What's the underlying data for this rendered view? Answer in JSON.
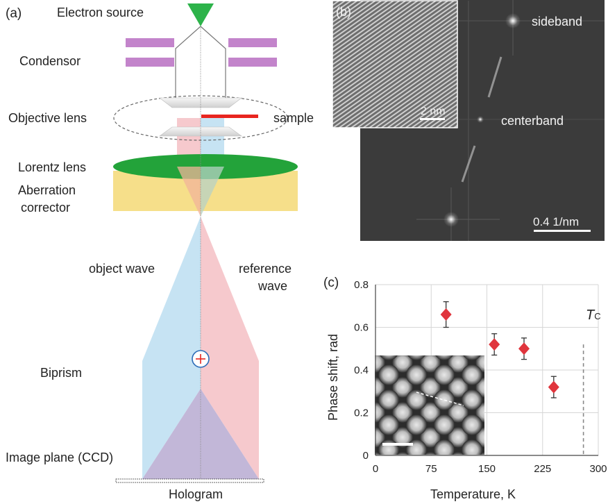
{
  "panel_a": {
    "label": "(a)",
    "electron_source": "Electron source",
    "condensor": "Condensor",
    "objective_lens": "Objective lens",
    "sample": "sample",
    "lorentz_lens": "Lorentz lens",
    "aberration_line1": "Aberration",
    "aberration_line2": "corrector",
    "object_wave": "object wave",
    "reference_line1": "reference",
    "reference_line2": "wave",
    "biprism": "Biprism",
    "image_plane": "Image plane (CCD)",
    "hologram": "Hologram"
  },
  "panel_b": {
    "label": "(b)",
    "sideband": "sideband",
    "centerband": "centerband",
    "scale_inset": "2 nm",
    "scale_main": "0.4 1/nm"
  },
  "panel_c": {
    "label": "(c)",
    "tc_symbol": "T",
    "tc_sub": "C"
  },
  "colors": {
    "electron_source": "#2db34a",
    "condensor": "#a45ab0",
    "sample": "#e8251f",
    "lorentz_lens": "#23a33a",
    "aberration": "#f6df8a",
    "object_wave": "#c6e3f3",
    "reference_wave": "#f6c9cd",
    "marker": "#e0353d"
  },
  "chart_data": {
    "type": "scatter",
    "xlabel": "Temperature, K",
    "ylabel": "Phase shift, rad",
    "xlim": [
      0,
      300
    ],
    "ylim": [
      0,
      0.8
    ],
    "xticks": [
      0,
      75,
      150,
      225,
      300
    ],
    "yticks": [
      0,
      0.2,
      0.4,
      0.6,
      0.8
    ],
    "grid": true,
    "points": [
      {
        "x": 95,
        "y": 0.66,
        "err": 0.06
      },
      {
        "x": 160,
        "y": 0.52,
        "err": 0.05
      },
      {
        "x": 200,
        "y": 0.5,
        "err": 0.05
      },
      {
        "x": 240,
        "y": 0.32,
        "err": 0.05
      }
    ],
    "tc_line_x": 280
  }
}
